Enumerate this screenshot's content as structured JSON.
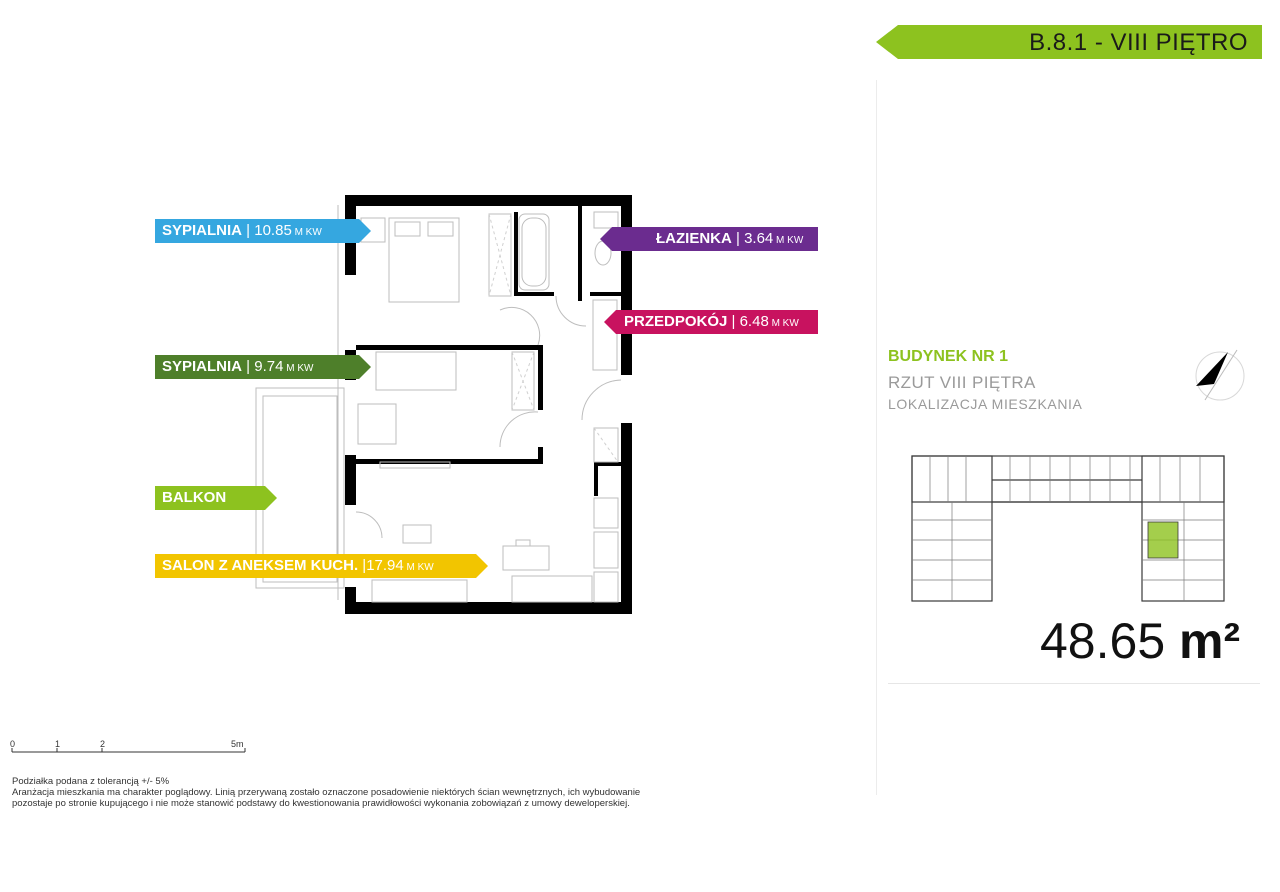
{
  "header": {
    "apartment_label": "B.8.1 - VIII PIĘTRO"
  },
  "building": {
    "title": "BUDYNEK NR 1",
    "subtitle": "RZUT VIII PIĘTRA",
    "caption": "LOKALIZACJA MIESZKANIA",
    "total_area_value": "48.65",
    "total_area_unit": "m²"
  },
  "rooms": [
    {
      "name": "SYPIALNIA",
      "sep": " | ",
      "area": "10.85",
      "unit": " M KW",
      "color": "#35a7e0"
    },
    {
      "name": "ŁAZIENKA",
      "sep": " | ",
      "area": "3.64",
      "unit": " M KW",
      "color": "#6b2c8f"
    },
    {
      "name": "PRZEDPOKÓJ",
      "sep": " | ",
      "area": "6.48",
      "unit": " M KW",
      "color": "#c8125f"
    },
    {
      "name": "SYPIALNIA",
      "sep": " | ",
      "area": "9.74",
      "unit": " M KW",
      "color": "#4e7f2a"
    },
    {
      "name": "BALKON",
      "sep": "",
      "area": "",
      "unit": "",
      "color": "#8dc21f"
    },
    {
      "name": "SALON Z ANEKSEM KUCH.",
      "sep": " |",
      "area": "17.94",
      "unit": " M KW",
      "color": "#f2c500"
    }
  ],
  "scale": {
    "labels": [
      "0",
      "1",
      "2",
      "5m"
    ]
  },
  "notes": {
    "tolerance": "Podziałka podana z tolerancją +/- 5%",
    "line1": "Aranżacja mieszkania ma charakter poglądowy. Linią przerywaną zostało oznaczone posadowienie niektórych ścian wewnętrznych, ich wybudowanie",
    "line2": "pozostaje po stronie kupującego i nie może stanowić podstawy do kwestionowania prawidłowości wykonania zobowiązań z umowy deweloperskiej."
  },
  "icons": {
    "compass": "north-arrow-icon"
  },
  "colors": {
    "accent": "#8dc21f"
  }
}
